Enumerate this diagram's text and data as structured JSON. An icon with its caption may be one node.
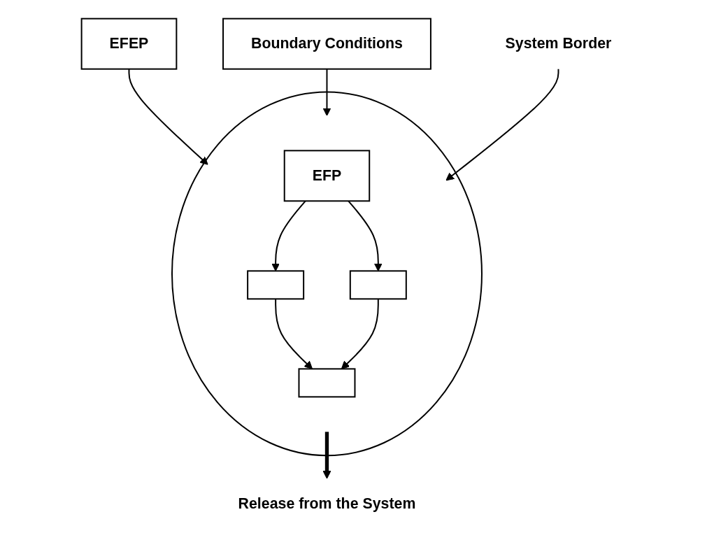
{
  "diagram": {
    "nodes": [
      {
        "text": [
          "EFEP"
        ]
      },
      {
        "text": [],
        "shape": "ellipse"
      },
      {
        "text": [
          "EFP"
        ],
        "in": 1
      },
      {
        "text": [],
        "shape": "box",
        "in": 1
      },
      {
        "text": [],
        "shape": "box",
        "in": 1
      },
      {
        "text": [],
        "shape": "box",
        "in": 1
      },
      {
        "text": [
          "Boundary Conditions"
        ]
      },
      {
        "text": [
          "Release from the System"
        ]
      },
      {
        "text": [
          "System Border"
        ]
      }
    ],
    "edges": [
      {
        "from": 0,
        "to": 1,
        "arrow": "to"
      },
      {
        "from": 6,
        "to": 1,
        "arrow": "to"
      },
      {
        "from": 2,
        "to": 3,
        "arrow": "to"
      },
      {
        "from": 2,
        "to": 4,
        "arrow": "to"
      },
      {
        "from": 3,
        "to": 5,
        "arrow": "to"
      },
      {
        "from": 4,
        "to": 5,
        "arrow": "to"
      },
      {
        "from": 1,
        "to": 7,
        "arrow": "to",
        "style": "thick"
      },
      {
        "from": 8,
        "to": 1,
        "arrow": "to"
      }
    ]
  }
}
